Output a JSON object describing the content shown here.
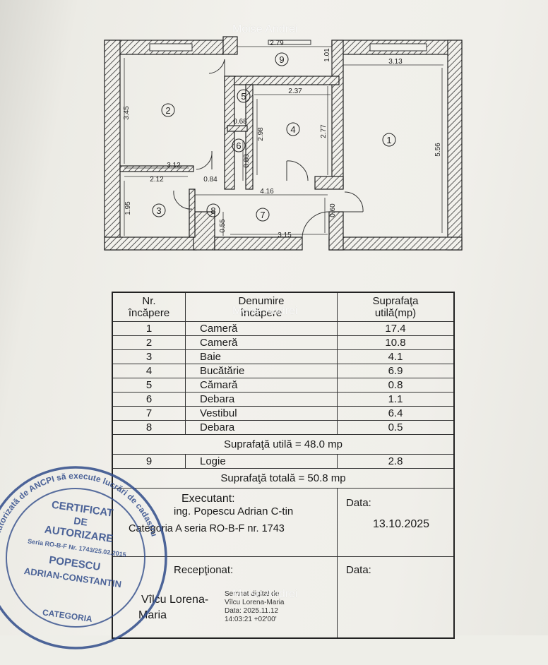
{
  "watermark": "Moise Andrei",
  "plan": {
    "rooms": [
      {
        "num": "1"
      },
      {
        "num": "2"
      },
      {
        "num": "3"
      },
      {
        "num": "4"
      },
      {
        "num": "5"
      },
      {
        "num": "6"
      },
      {
        "num": "7"
      },
      {
        "num": "8"
      },
      {
        "num": "9"
      }
    ],
    "dims": {
      "d279": "2.79",
      "d101": "1.01",
      "d313": "3.13",
      "d345": "3.45",
      "d237": "2.37",
      "d068": "0.68",
      "d298": "2.98",
      "d277": "2.77",
      "d556": "5.56",
      "d312": "3.12",
      "d212": "2.12",
      "d080": "0.80",
      "d084": "0.84",
      "d416": "4.16",
      "d195": "1.95",
      "d060": "0.60",
      "d055": "0.55",
      "d315": "3.15"
    }
  },
  "table": {
    "headers": {
      "nr_1": "Nr.",
      "nr_2": "încăpere",
      "den_1": "Denumire",
      "den_2": "încăpere",
      "sup_1": "Suprafaţa",
      "sup_2": "utilă(mp)"
    },
    "rows": [
      {
        "nr": "1",
        "name": "Cameră",
        "area": "17.4"
      },
      {
        "nr": "2",
        "name": "Cameră",
        "area": "10.8"
      },
      {
        "nr": "3",
        "name": "Baie",
        "area": "4.1"
      },
      {
        "nr": "4",
        "name": "Bucătărie",
        "area": "6.9"
      },
      {
        "nr": "5",
        "name": "Cămară",
        "area": "0.8"
      },
      {
        "nr": "6",
        "name": "Debara",
        "area": "1.1"
      },
      {
        "nr": "7",
        "name": "Vestibul",
        "area": "6.4"
      },
      {
        "nr": "8",
        "name": "Debara",
        "area": "0.5"
      }
    ],
    "useful_total": "Suprafaţă utilă = 48.0 mp",
    "loggia": {
      "nr": "9",
      "name": "Logie",
      "area": "2.8"
    },
    "grand_total": "Suprafaţă totală = 50.8 mp",
    "executant": {
      "label": "Executant:",
      "name": "ing. Popescu Adrian C-tin",
      "authorization": "Categoria A seria RO-B-F nr. 1743",
      "date_label": "Data:",
      "date": "13.10.2025"
    },
    "receptionat": {
      "label": "Recepţionat:",
      "name_1": "Vîlcu Lorena-",
      "name_2": "Maria",
      "date_label": "Data:"
    }
  },
  "digital_signature": {
    "line1": "Semnat digital de",
    "line2": "Vîlcu Lorena-Maria",
    "line3": "Data: 2025.11.12",
    "line4": "14:03:21 +02'00'"
  },
  "stamp": {
    "ring_text": "Autorizată de ANCPI să execute lucrări de cadastru",
    "line1": "CERTIFICAT",
    "line2": "DE",
    "line3": "AUTORIZARE",
    "line4": "Seria RO-B-F Nr. 1743/25.02.2015",
    "line5": "POPESCU",
    "line6": "ADRIAN-CONSTANTIN",
    "line7": "CATEGORIA"
  },
  "colors": {
    "ink": "#1a1a1a",
    "stamp": "#2f4b8a"
  }
}
